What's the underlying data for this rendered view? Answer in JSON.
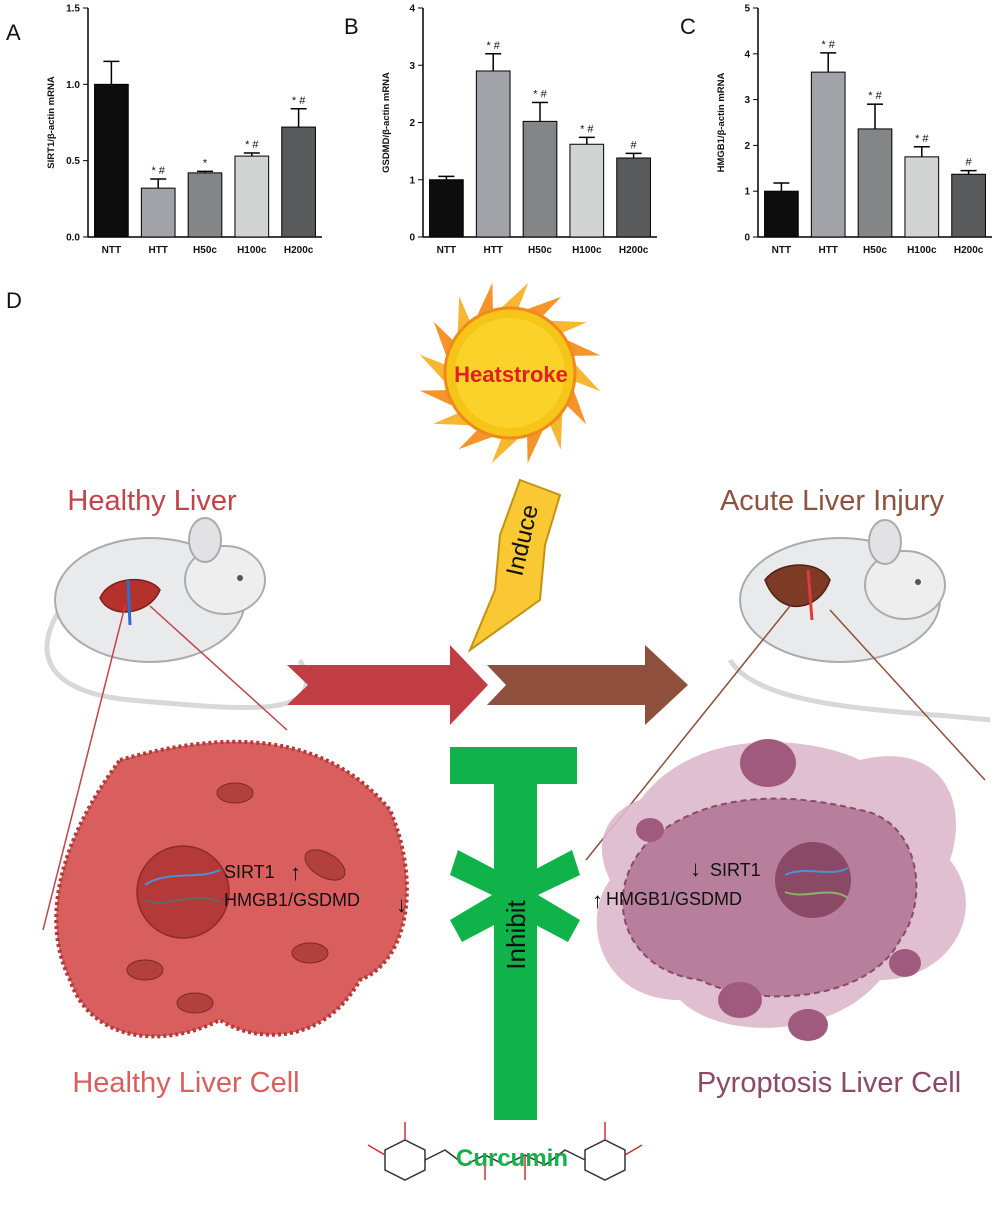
{
  "panels": {
    "a": "A",
    "b": "B",
    "c": "C",
    "d": "D"
  },
  "chart_data": [
    {
      "type": "bar",
      "panel": "A",
      "categories": [
        "NTT",
        "HTT",
        "H50c",
        "H100c",
        "H200c"
      ],
      "values": [
        1.0,
        0.32,
        0.42,
        0.53,
        0.72
      ],
      "errors": [
        0.15,
        0.06,
        0.01,
        0.02,
        0.12
      ],
      "sig": [
        "",
        "* #",
        "*",
        "* #",
        "* #"
      ],
      "ylabel": "SIRT1/β-actin mRNA",
      "ylim": [
        0,
        1.5
      ],
      "yticks": [
        "0.0",
        "0.5",
        "1.0",
        "1.5"
      ],
      "colors": [
        "#0d0d0d",
        "#a2a3a8",
        "#848587",
        "#d2d3d3",
        "#595a5c"
      ]
    },
    {
      "type": "bar",
      "panel": "B",
      "categories": [
        "NTT",
        "HTT",
        "H50c",
        "H100c",
        "H200c"
      ],
      "values": [
        1.0,
        2.9,
        2.02,
        1.62,
        1.38
      ],
      "errors": [
        0.06,
        0.3,
        0.33,
        0.12,
        0.08
      ],
      "sig": [
        "",
        "* #",
        "* #",
        "* #",
        "#"
      ],
      "ylabel": "GSDMD/β-actin mRNA",
      "ylim": [
        0,
        4
      ],
      "yticks": [
        "0",
        "1",
        "2",
        "3",
        "4"
      ],
      "colors": [
        "#0d0d0d",
        "#a2a3a8",
        "#848587",
        "#d2d3d3",
        "#595a5c"
      ]
    },
    {
      "type": "bar",
      "panel": "C",
      "categories": [
        "NTT",
        "HTT",
        "H50c",
        "H100c",
        "H200c"
      ],
      "values": [
        1.0,
        3.6,
        2.36,
        1.75,
        1.37
      ],
      "errors": [
        0.18,
        0.42,
        0.54,
        0.22,
        0.08
      ],
      "sig": [
        "",
        "* #",
        "* #",
        "* #",
        "#"
      ],
      "ylabel": "HMGB1/β-actin mRNA",
      "ylim": [
        0,
        5
      ],
      "yticks": [
        "0",
        "1",
        "2",
        "3",
        "4",
        "5"
      ],
      "colors": [
        "#0d0d0d",
        "#a2a3a8",
        "#848587",
        "#d2d3d3",
        "#595a5c"
      ]
    }
  ],
  "diagram": {
    "heatstroke": "Heatstroke",
    "induce": "Induce",
    "healthy_liver": "Healthy Liver",
    "acute_liver_injury": "Acute Liver Injury",
    "healthy_liver_cell": "Healthy Liver Cell",
    "pyroptosis_liver_cell": "Pyroptosis Liver Cell",
    "inhibit": "Inhibit",
    "curcumin": "Curcumin",
    "left_sirt1": "SIRT1",
    "left_hmgb1": "HMGB1/GSDMD",
    "right_sirt1": "SIRT1",
    "right_hmgb1": "HMGB1/GSDMD",
    "arrow_up": "↑",
    "arrow_down": "↓",
    "colors": {
      "healthy": "#c0444a",
      "injury": "#8e5240",
      "inhibit": "#10b24a",
      "heat_text": "#e02020",
      "cell_healthy": "#d95f5e",
      "cell_pyro": "#b77f9b"
    }
  }
}
